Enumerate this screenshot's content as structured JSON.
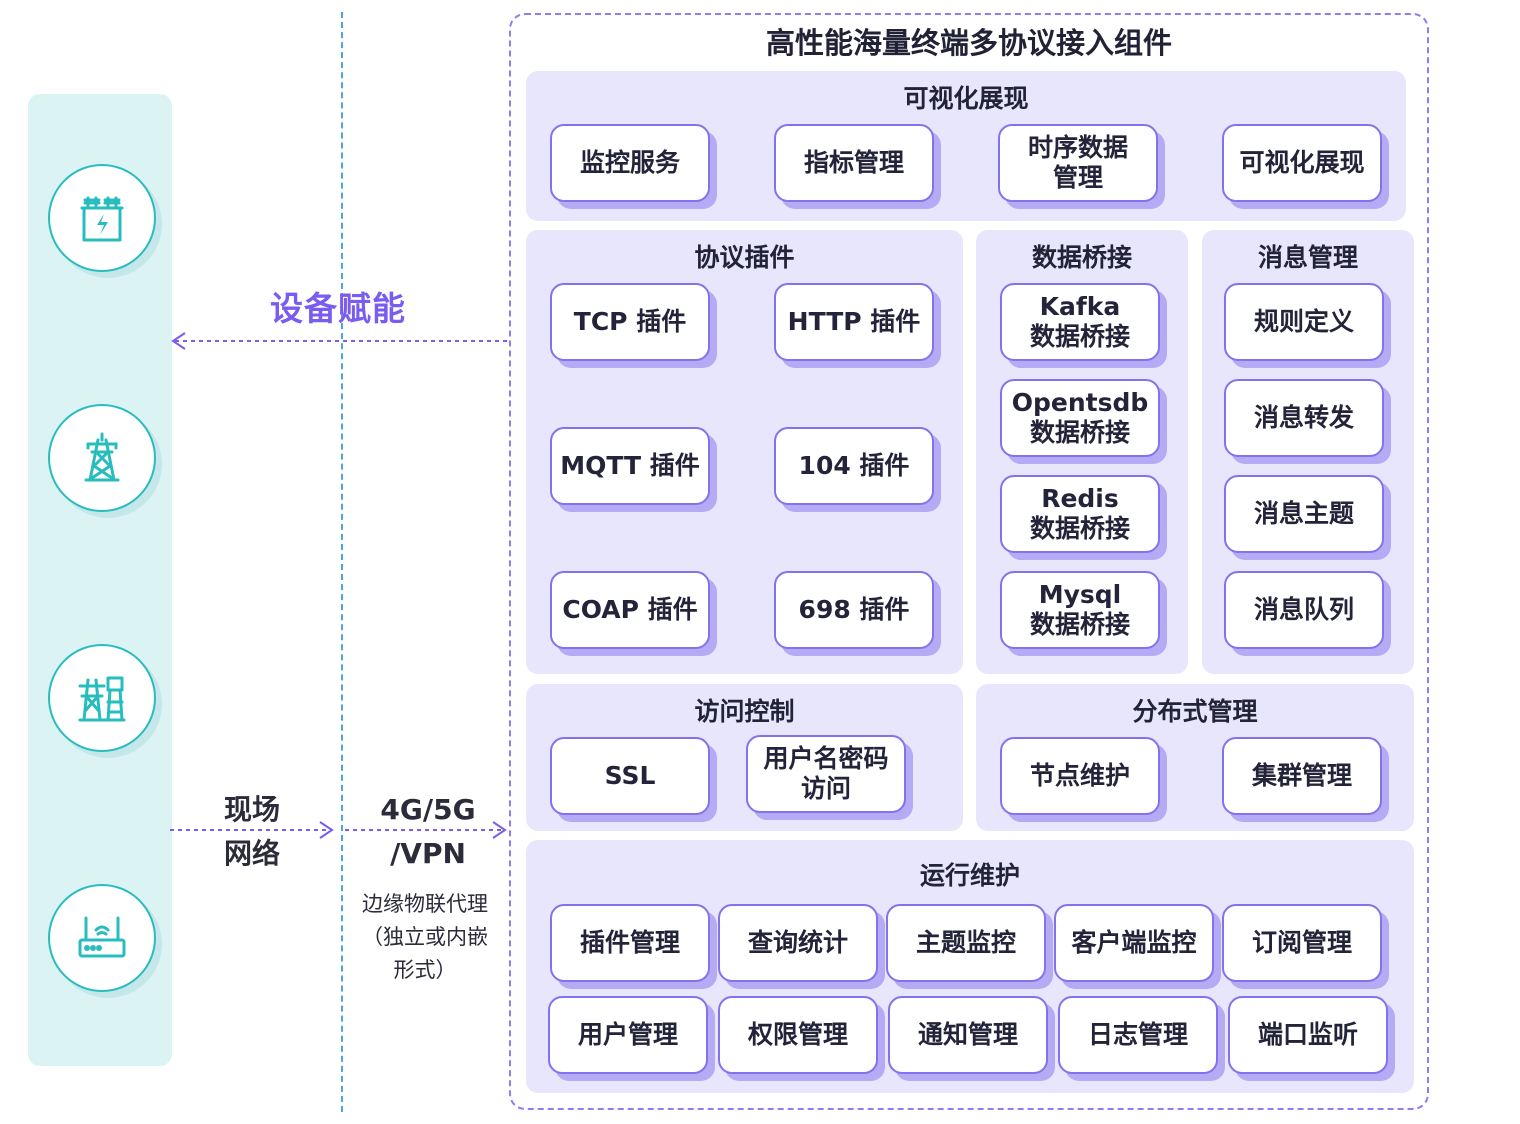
{
  "title": "高性能海量终端多协议接入组件",
  "left_labels": {
    "enable": "设备赋能",
    "field_network": "现场\n网络",
    "network": "4G/5G\n/VPN",
    "edge_proxy": "边缘物联代理\n（独立或内嵌\n形式）"
  },
  "devices": [
    {
      "icon": "substation-icon"
    },
    {
      "icon": "transmission-tower-icon"
    },
    {
      "icon": "power-pylon-icon"
    },
    {
      "icon": "router-icon"
    }
  ],
  "sections": {
    "visualization": {
      "title": "可视化展现",
      "items": [
        "监控服务",
        "指标管理",
        "时序数据\n管理",
        "可视化展现"
      ]
    },
    "protocol_plugins": {
      "title": "协议插件",
      "items": [
        "TCP 插件",
        "HTTP 插件",
        "MQTT 插件",
        "104 插件",
        "COAP 插件",
        "698 插件"
      ]
    },
    "data_bridge": {
      "title": "数据桥接",
      "items": [
        "Kafka\n数据桥接",
        "Opentsdb\n数据桥接",
        "Redis\n数据桥接",
        "Mysql\n数据桥接"
      ]
    },
    "message_mgmt": {
      "title": "消息管理",
      "items": [
        "规则定义",
        "消息转发",
        "消息主题",
        "消息队列"
      ]
    },
    "access_control": {
      "title": "访问控制",
      "items": [
        "SSL",
        "用户名密码\n访问"
      ]
    },
    "distributed_mgmt": {
      "title": "分布式管理",
      "items": [
        "节点维护",
        "集群管理"
      ]
    },
    "operations": {
      "title": "运行维护",
      "items": [
        "插件管理",
        "查询统计",
        "主题监控",
        "客户端监控",
        "订阅管理",
        "用户管理",
        "权限管理",
        "通知管理",
        "日志管理",
        "端口监听"
      ]
    }
  },
  "colors": {
    "accent": "#8272ee",
    "panel": "#e8e6fd",
    "device_strip": "#dcf3f4",
    "device_icon": "#27bdbf",
    "arrow_text": "#7b5cf0"
  }
}
